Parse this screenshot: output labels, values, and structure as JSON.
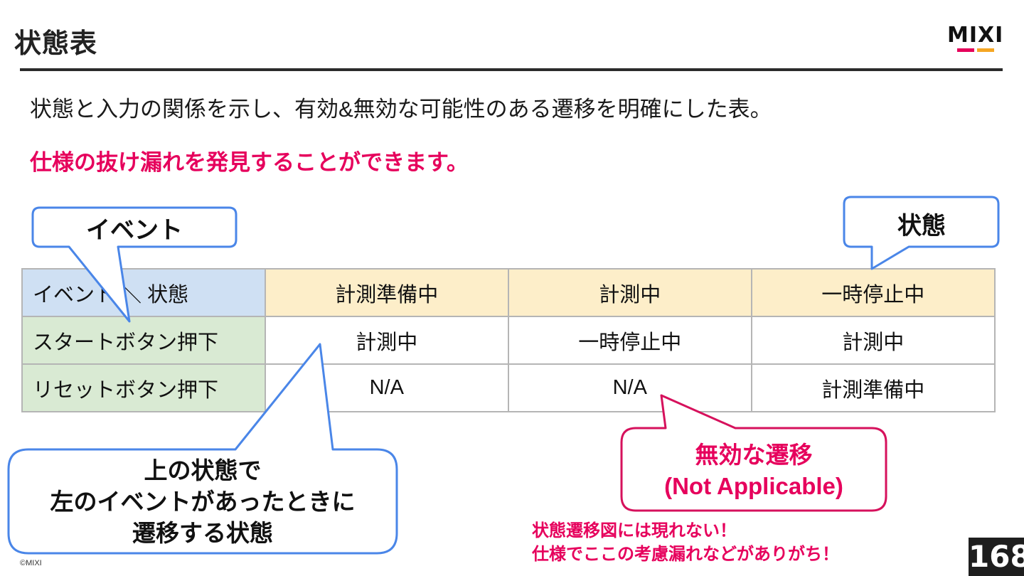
{
  "slide": {
    "title": "状態表",
    "lead": "状態と入力の関係を示し、有効&無効な可能性のある遷移を明確にした表。",
    "highlight": "仕様の抜け漏れを発見することができます。"
  },
  "logo": {
    "text": "MIXI",
    "colors": [
      "#e5005a",
      "#f5a623"
    ]
  },
  "table": {
    "corner": "イベント ＼ 状態",
    "headers": [
      "計測準備中",
      "計測中",
      "一時停止中"
    ],
    "rows": [
      {
        "event": "スタートボタン押下",
        "cells": [
          "計測中",
          "一時停止中",
          "計測中"
        ]
      },
      {
        "event": "リセットボタン押下",
        "cells": [
          "N/A",
          "N/A",
          "計測準備中"
        ]
      }
    ]
  },
  "callouts": {
    "event": "イベント",
    "state": "状態",
    "transition": [
      "上の状態で",
      "左のイベントがあったときに",
      "遷移する状態"
    ],
    "not_applicable": [
      "無効な遷移",
      "(Not Applicable)"
    ]
  },
  "note": [
    "状態遷移図には現れない！",
    "仕様でここの考慮漏れなどがありがち！"
  ],
  "footer": {
    "copyright": "©MIXI",
    "page_number": "168"
  },
  "colors": {
    "accent": "#e6005c",
    "callout_border": "#4a86e8",
    "state_header": "#fdeec9",
    "event_col": "#d9ead3",
    "corner": "#cfe0f3"
  }
}
